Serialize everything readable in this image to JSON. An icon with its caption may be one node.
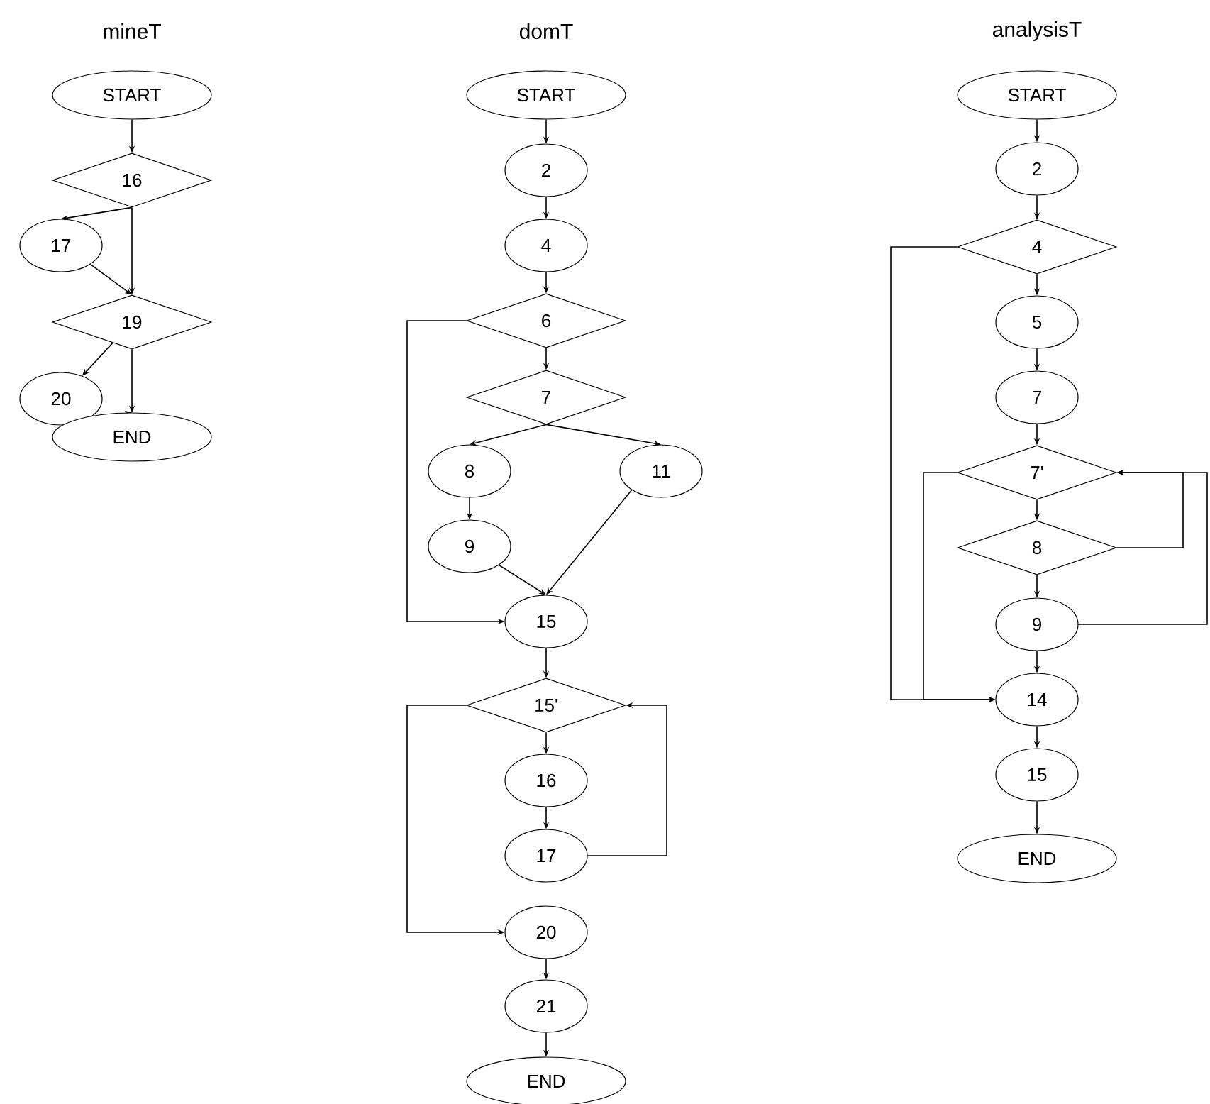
{
  "diagram": {
    "nodes": [
      {
        "text": [
          "START"
        ]
      },
      {
        "text": [
          "16"
        ]
      },
      {
        "text": [
          "17"
        ]
      },
      {
        "text": [
          "19"
        ]
      },
      {
        "text": [
          "20"
        ]
      },
      {
        "text": [
          "END"
        ]
      },
      {
        "text": [
          "START"
        ]
      },
      {
        "text": [
          "2"
        ]
      },
      {
        "text": [
          "4"
        ]
      },
      {
        "text": [
          "6"
        ]
      },
      {
        "text": [
          "7"
        ]
      },
      {
        "text": [
          "8"
        ]
      },
      {
        "text": [
          "11"
        ]
      },
      {
        "text": [
          "9"
        ]
      },
      {
        "text": [
          "15"
        ]
      },
      {
        "text": [
          "15'"
        ]
      },
      {
        "text": [
          "16"
        ]
      },
      {
        "text": [
          "17"
        ]
      },
      {
        "text": [
          "20"
        ]
      },
      {
        "text": [
          "21"
        ]
      },
      {
        "text": [
          "END"
        ]
      },
      {
        "text": [
          "START"
        ]
      },
      {
        "text": [
          "2"
        ]
      },
      {
        "text": [
          "4"
        ]
      },
      {
        "text": [
          "5"
        ]
      },
      {
        "text": [
          "7"
        ]
      },
      {
        "text": [
          "7'"
        ]
      },
      {
        "text": [
          "8"
        ]
      },
      {
        "text": [
          "9"
        ]
      },
      {
        "text": [
          "14"
        ]
      },
      {
        "text": [
          "15"
        ]
      },
      {
        "text": [
          "END"
        ]
      }
    ],
    "edges": [
      {
        "from": 0,
        "to": 1,
        "arrow": "to"
      },
      {
        "from": 1,
        "to": 2,
        "arrow": "to"
      },
      {
        "from": 1,
        "to": 3,
        "arrow": "to"
      },
      {
        "from": 2,
        "to": 3,
        "arrow": "to"
      },
      {
        "from": 3,
        "to": 4,
        "arrow": "to"
      },
      {
        "from": 3,
        "to": 5,
        "arrow": "to"
      },
      {
        "from": 4,
        "to": 5,
        "arrow": "to"
      },
      {
        "from": 6,
        "to": 7,
        "arrow": "to"
      },
      {
        "from": 7,
        "to": 8,
        "arrow": "to"
      },
      {
        "from": 8,
        "to": 9,
        "arrow": "to"
      },
      {
        "from": 9,
        "to": 10,
        "arrow": "to"
      },
      {
        "from": 9,
        "to": 14,
        "arrow": "to"
      },
      {
        "from": 10,
        "to": 11,
        "arrow": "to"
      },
      {
        "from": 10,
        "to": 12,
        "arrow": "to"
      },
      {
        "from": 11,
        "to": 13,
        "arrow": "to"
      },
      {
        "from": 13,
        "to": 14,
        "arrow": "to"
      },
      {
        "from": 12,
        "to": 14,
        "arrow": "to"
      },
      {
        "from": 14,
        "to": 15,
        "arrow": "to"
      },
      {
        "from": 15,
        "to": 16,
        "arrow": "to"
      },
      {
        "from": 16,
        "to": 17,
        "arrow": "to"
      },
      {
        "from": 17,
        "to": 15,
        "arrow": "to"
      },
      {
        "from": 15,
        "to": 18,
        "arrow": "to"
      },
      {
        "from": 18,
        "to": 19,
        "arrow": "to"
      },
      {
        "from": 19,
        "to": 20,
        "arrow": "to"
      },
      {
        "from": 21,
        "to": 22,
        "arrow": "to"
      },
      {
        "from": 22,
        "to": 23,
        "arrow": "to"
      },
      {
        "from": 23,
        "to": 29,
        "arrow": "to"
      },
      {
        "from": 23,
        "to": 24,
        "arrow": "to"
      },
      {
        "from": 24,
        "to": 25,
        "arrow": "to"
      },
      {
        "from": 25,
        "to": 26,
        "arrow": "to"
      },
      {
        "from": 26,
        "to": 27,
        "arrow": "to"
      },
      {
        "from": 26,
        "to": 29,
        "arrow": "to"
      },
      {
        "from": 27,
        "to": 26,
        "arrow": "to"
      },
      {
        "from": 27,
        "to": 28,
        "arrow": "to"
      },
      {
        "from": 28,
        "to": 26,
        "arrow": "to"
      },
      {
        "from": 28,
        "to": 29,
        "arrow": "to"
      },
      {
        "from": 29,
        "to": 30,
        "arrow": "to"
      },
      {
        "from": 30,
        "to": 31,
        "arrow": "to"
      }
    ],
    "labels": [
      "mineT",
      "domT",
      "analysisT"
    ]
  }
}
